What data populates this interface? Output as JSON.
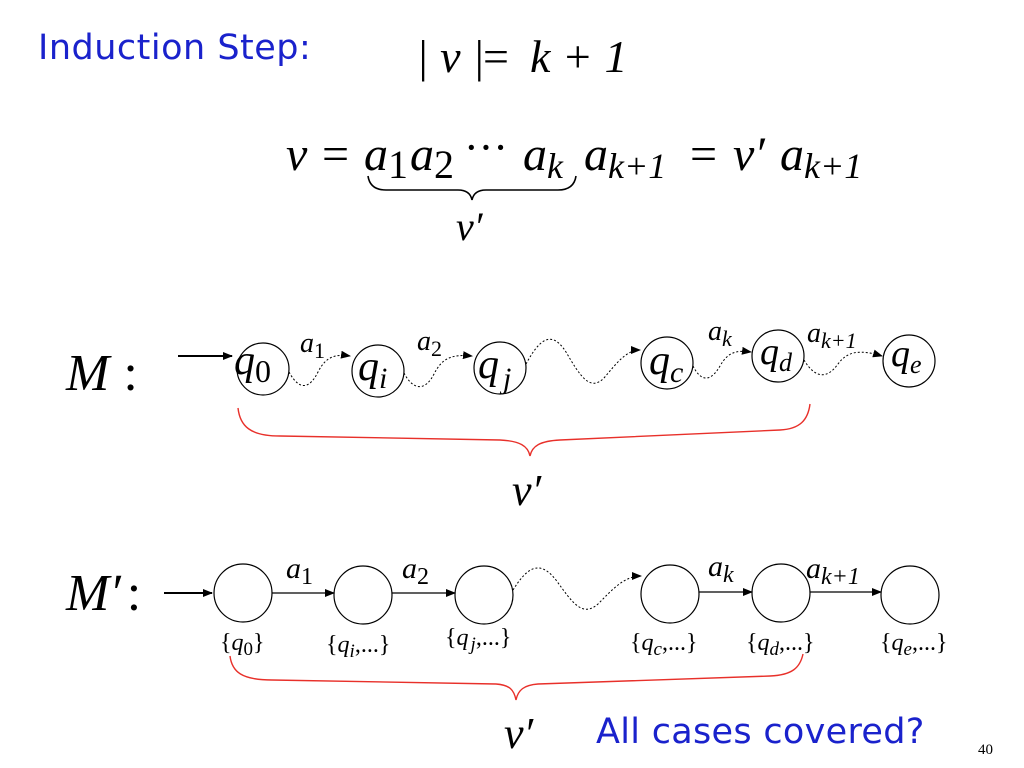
{
  "slide": {
    "heading": "Induction Step:",
    "closing_question": "All cases covered?",
    "page_number": "40"
  },
  "formulas": {
    "length_lhs": "| v |",
    "length_eq": "=",
    "length_rhs": "k + 1",
    "decomp_v": "v",
    "decomp_eq1": "=",
    "decomp_a1": "a",
    "decomp_a1_sub": "1",
    "decomp_a2": "a",
    "decomp_a2_sub": "2",
    "decomp_dots": "···",
    "decomp_ak": "a",
    "decomp_ak_sub": "k",
    "decomp_ak1": "a",
    "decomp_ak1_sub": "k+1",
    "decomp_eq2": "=",
    "decomp_vprime": "v′",
    "decomp_ak1b": "a",
    "decomp_ak1b_sub": "k+1",
    "brace_label": "v′"
  },
  "machine_M": {
    "label": "M",
    "colon": ":",
    "states": [
      {
        "name": "q",
        "sub": "0"
      },
      {
        "name": "q",
        "sub": "i"
      },
      {
        "name": "q",
        "sub": "j"
      },
      {
        "name": "q",
        "sub": "c"
      },
      {
        "name": "q",
        "sub": "d"
      },
      {
        "name": "q",
        "sub": "e"
      }
    ],
    "transition_labels": [
      {
        "sym": "a",
        "sub": "1"
      },
      {
        "sym": "a",
        "sub": "2"
      },
      {
        "sym": "a",
        "sub": "k"
      },
      {
        "sym": "a",
        "sub": "k+1"
      }
    ],
    "brace_label": "v′"
  },
  "machine_M_prime": {
    "label": "M′",
    "colon": ":",
    "state_sets": [
      {
        "open": "{",
        "name": "q",
        "sub": "0",
        "rest": "}"
      },
      {
        "open": "{",
        "name": "q",
        "sub": "i",
        "rest": ",...}"
      },
      {
        "open": "{",
        "name": "q",
        "sub": "j",
        "rest": ",...}"
      },
      {
        "open": "{",
        "name": "q",
        "sub": "c",
        "rest": ",...}"
      },
      {
        "open": "{",
        "name": "q",
        "sub": "d",
        "rest": ",...}"
      },
      {
        "open": "{",
        "name": "q",
        "sub": "e",
        "rest": ",...}"
      }
    ],
    "transition_labels": [
      {
        "sym": "a",
        "sub": "1"
      },
      {
        "sym": "a",
        "sub": "2"
      },
      {
        "sym": "a",
        "sub": "k"
      },
      {
        "sym": "a",
        "sub": "k+1"
      }
    ],
    "brace_label": "v′"
  },
  "colors": {
    "heading": "#1a22cc",
    "brace_red": "#e8302a",
    "ink": "#000000"
  }
}
